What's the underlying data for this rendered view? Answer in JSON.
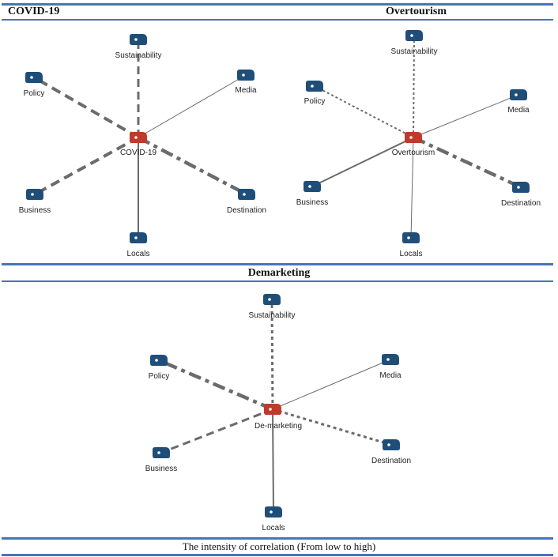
{
  "panels": [
    {
      "title": "COVID-19",
      "center_label": "COVID-19",
      "edges": [
        {
          "to": "Sustainability",
          "style": "dash-medium"
        },
        {
          "to": "Media",
          "style": "solid-thin"
        },
        {
          "to": "Policy",
          "style": "dash-thick"
        },
        {
          "to": "Business",
          "style": "dash-thick"
        },
        {
          "to": "Destination",
          "style": "dashdot-thick"
        },
        {
          "to": "Locals",
          "style": "solid-medium"
        }
      ],
      "labels": {
        "Sustainability": "Sustainability",
        "Media": "Media",
        "Policy": "Policy",
        "Business": "Business",
        "Destination": "Destination",
        "Locals": "Locals"
      }
    },
    {
      "title": "Overtourism",
      "center_label": "Overtourism",
      "edges": [
        {
          "to": "Sustainability",
          "style": "dot-thin"
        },
        {
          "to": "Media",
          "style": "solid-thin"
        },
        {
          "to": "Policy",
          "style": "dot-thin"
        },
        {
          "to": "Business",
          "style": "solid-medium"
        },
        {
          "to": "Destination",
          "style": "dashdot-thick"
        },
        {
          "to": "Locals",
          "style": "solid-thin"
        }
      ],
      "labels": {
        "Sustainability": "Sustainability",
        "Media": "Media",
        "Policy": "Policy",
        "Business": "Business",
        "Destination": "Destination",
        "Locals": "Locals"
      }
    },
    {
      "title": "Demarketing",
      "center_label": "De-marketing",
      "edges": [
        {
          "to": "Sustainability",
          "style": "dot-medium"
        },
        {
          "to": "Media",
          "style": "solid-thin"
        },
        {
          "to": "Policy",
          "style": "dashdot-thick"
        },
        {
          "to": "Business",
          "style": "dash-medium"
        },
        {
          "to": "Destination",
          "style": "dot-medium"
        },
        {
          "to": "Locals",
          "style": "solid-medium"
        }
      ],
      "labels": {
        "Sustainability": "Sustainability",
        "Media": "Media",
        "Policy": "Policy",
        "Business": "Business",
        "Destination": "Destination",
        "Locals": "Locals"
      }
    }
  ],
  "caption": "The intensity of correlation (From low to high)",
  "colors": {
    "node": "#1f4e79",
    "center_node": "#c0392b",
    "edge": "#6b6b6b",
    "rule": "#4a74b5"
  }
}
